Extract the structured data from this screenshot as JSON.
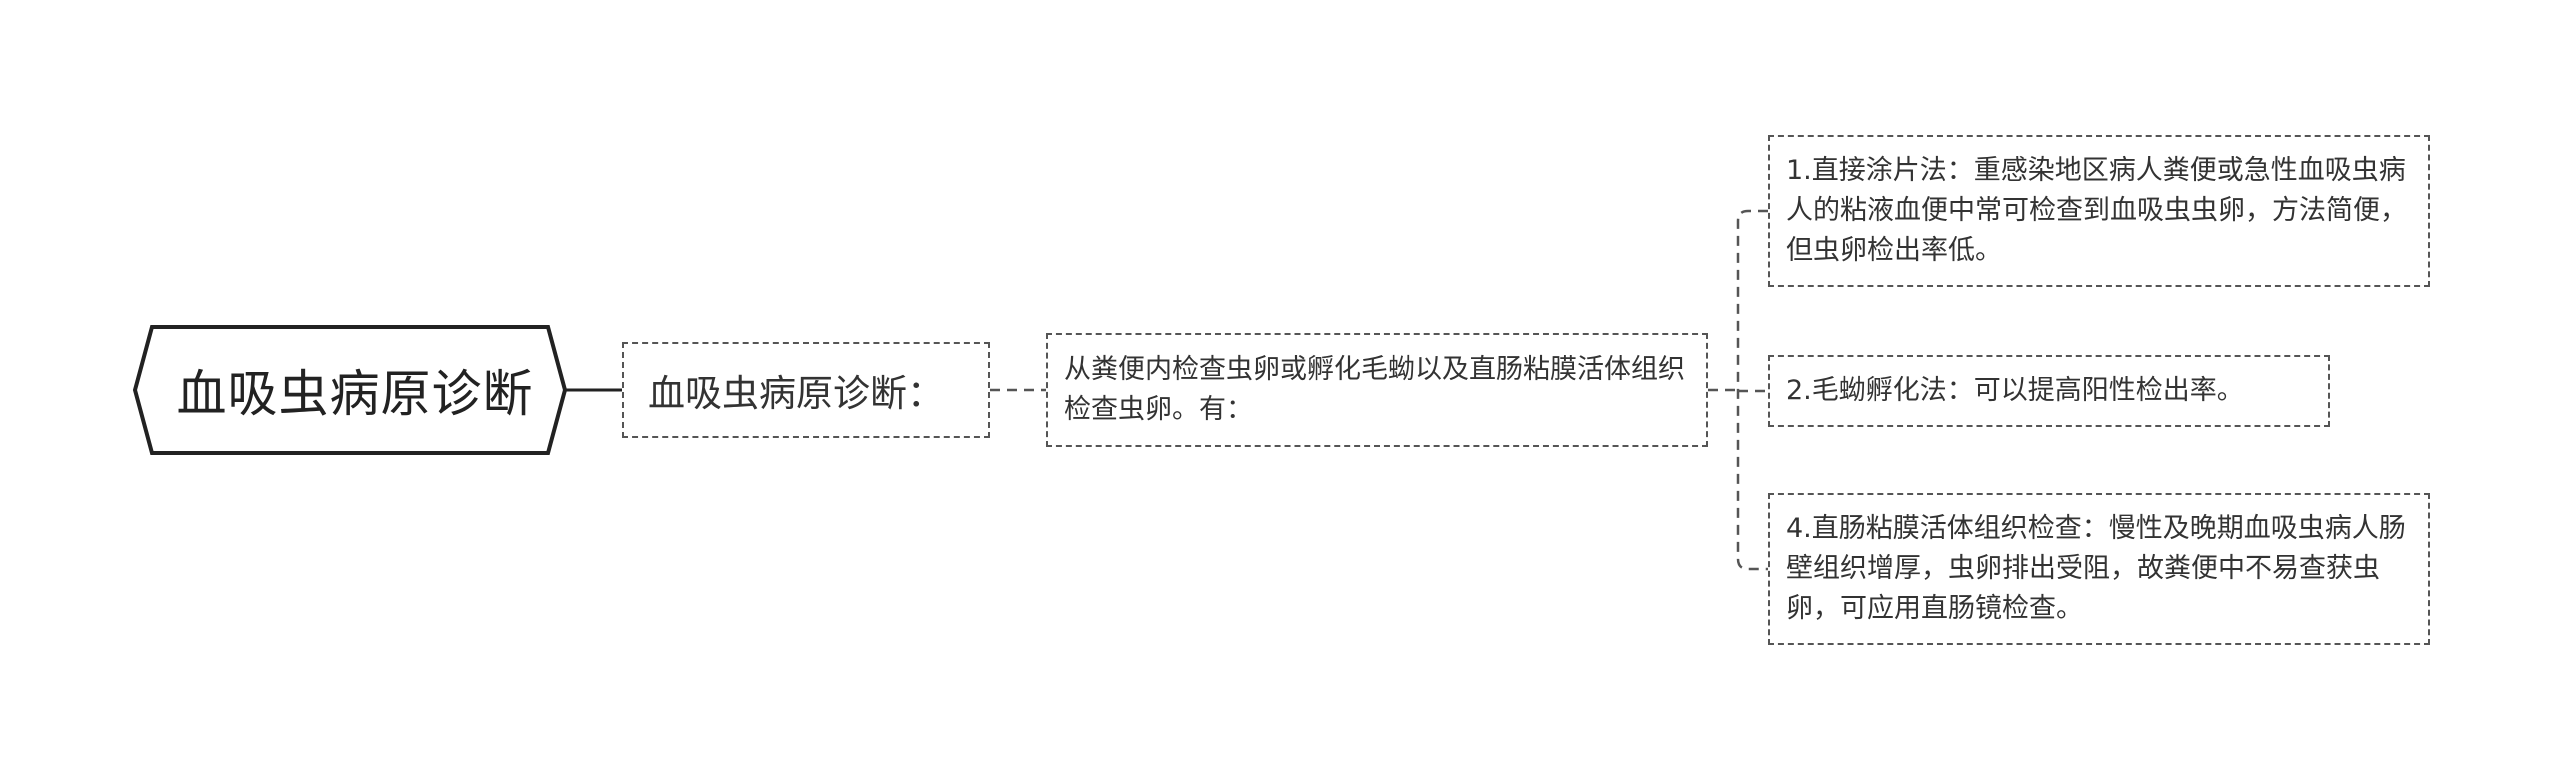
{
  "mindmap": {
    "root": {
      "label": "血吸虫病原诊断"
    },
    "level1": {
      "label": "血吸虫病原诊断："
    },
    "level2": {
      "label": "从粪便内检查虫卵或孵化毛蚴以及直肠粘膜活体组织检查虫卵。有："
    },
    "methods": [
      {
        "label": "1.直接涂片法：重感染地区病人粪便或急性血吸虫病人的粘液血便中常可检查到血吸虫虫卵，方法简便，但虫卵检出率低。"
      },
      {
        "label": "2.毛蚴孵化法：可以提高阳性检出率。"
      },
      {
        "label": "4.直肠粘膜活体组织检查：慢性及晚期血吸虫病人肠壁组织增厚，虫卵排出受阻，故粪便中不易查获虫卵，可应用直肠镜检查。"
      }
    ]
  },
  "colors": {
    "root_border": "#222222",
    "dashed_border": "#555555",
    "connector": "#555555",
    "text": "#333333",
    "background": "#ffffff"
  }
}
